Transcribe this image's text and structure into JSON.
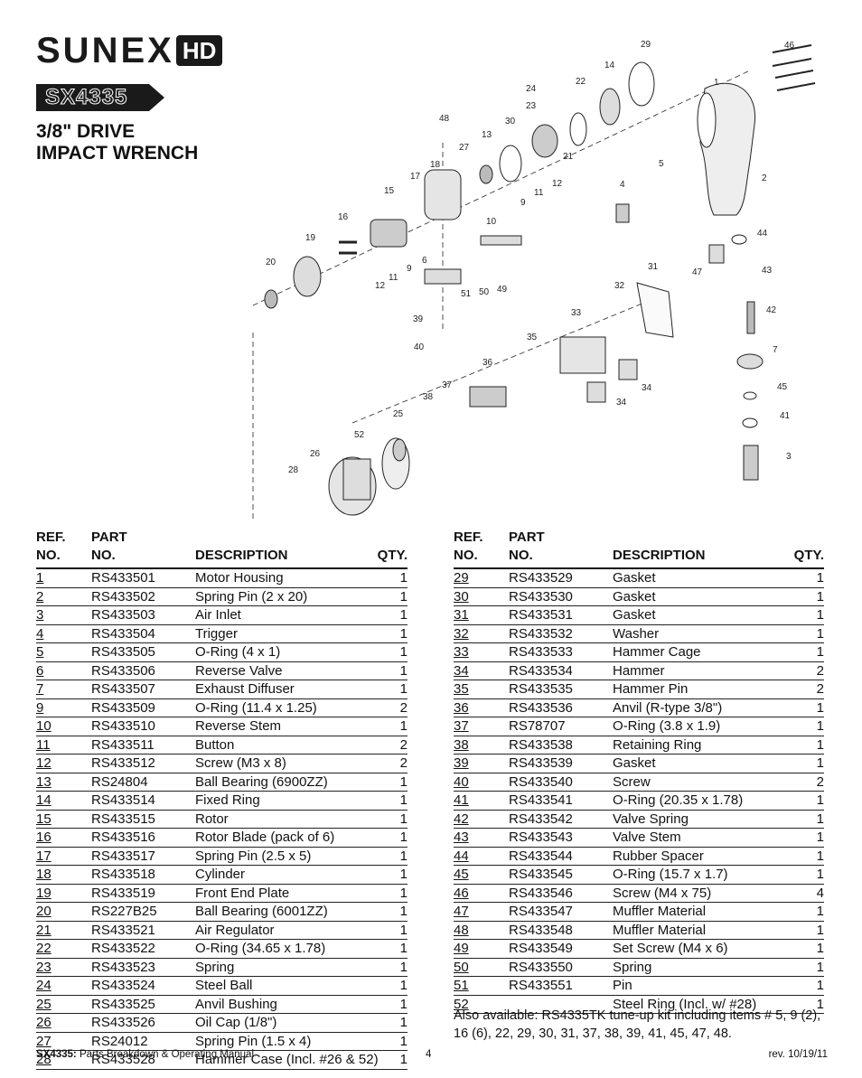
{
  "brand": {
    "name": "SUNEX",
    "sub": "HD"
  },
  "model": "SX4335",
  "title_line1": "3/8\" DRIVE",
  "title_line2": "IMPACT WRENCH",
  "headers": {
    "ref1": "REF.",
    "ref2": "NO.",
    "part1": "PART",
    "part2": "NO.",
    "desc": "DESCRIPTION",
    "qty": "QTY."
  },
  "parts_left": [
    {
      "ref": "1",
      "part": "RS433501",
      "desc": "Motor Housing",
      "qty": "1"
    },
    {
      "ref": "2",
      "part": "RS433502",
      "desc": "Spring Pin (2 x 20)",
      "qty": "1"
    },
    {
      "ref": "3",
      "part": "RS433503",
      "desc": "Air Inlet",
      "qty": "1"
    },
    {
      "ref": "4",
      "part": "RS433504",
      "desc": "Trigger",
      "qty": "1"
    },
    {
      "ref": "5",
      "part": "RS433505",
      "desc": "O-Ring (4 x 1)",
      "qty": "1"
    },
    {
      "ref": "6",
      "part": "RS433506",
      "desc": "Reverse Valve",
      "qty": "1"
    },
    {
      "ref": "7",
      "part": "RS433507",
      "desc": "Exhaust Diffuser",
      "qty": "1"
    },
    {
      "ref": "9",
      "part": "RS433509",
      "desc": "O-Ring (11.4 x 1.25)",
      "qty": "2"
    },
    {
      "ref": "10",
      "part": "RS433510",
      "desc": "Reverse Stem",
      "qty": "1"
    },
    {
      "ref": "11",
      "part": "RS433511",
      "desc": "Button",
      "qty": "2"
    },
    {
      "ref": "12",
      "part": "RS433512",
      "desc": "Screw (M3 x 8)",
      "qty": "2"
    },
    {
      "ref": "13",
      "part": "RS24804",
      "desc": "Ball Bearing (6900ZZ)",
      "qty": "1"
    },
    {
      "ref": "14",
      "part": "RS433514",
      "desc": "Fixed Ring",
      "qty": "1"
    },
    {
      "ref": "15",
      "part": "RS433515",
      "desc": "Rotor",
      "qty": "1"
    },
    {
      "ref": "16",
      "part": "RS433516",
      "desc": "Rotor Blade (pack of 6)",
      "qty": "1"
    },
    {
      "ref": "17",
      "part": "RS433517",
      "desc": "Spring Pin (2.5 x 5)",
      "qty": "1"
    },
    {
      "ref": "18",
      "part": "RS433518",
      "desc": "Cylinder",
      "qty": "1"
    },
    {
      "ref": "19",
      "part": "RS433519",
      "desc": "Front End Plate",
      "qty": "1"
    },
    {
      "ref": "20",
      "part": "RS227B25",
      "desc": "Ball Bearing (6001ZZ)",
      "qty": "1"
    },
    {
      "ref": "21",
      "part": "RS433521",
      "desc": "Air Regulator",
      "qty": "1"
    },
    {
      "ref": "22",
      "part": "RS433522",
      "desc": "O-Ring (34.65 x 1.78)",
      "qty": "1"
    },
    {
      "ref": "23",
      "part": "RS433523",
      "desc": "Spring",
      "qty": "1"
    },
    {
      "ref": "24",
      "part": "RS433524",
      "desc": "Steel Ball",
      "qty": "1"
    },
    {
      "ref": "25",
      "part": "RS433525",
      "desc": "Anvil Bushing",
      "qty": "1"
    },
    {
      "ref": "26",
      "part": "RS433526",
      "desc": "Oil Cap (1/8\")",
      "qty": "1"
    },
    {
      "ref": "27",
      "part": "RS24012",
      "desc": "Spring Pin (1.5 x 4)",
      "qty": "1"
    },
    {
      "ref": "28",
      "part": "RS433528",
      "desc": "Hammer Case (Incl. #26 & 52)",
      "qty": "1"
    }
  ],
  "parts_right": [
    {
      "ref": "29",
      "part": "RS433529",
      "desc": "Gasket",
      "qty": "1"
    },
    {
      "ref": "30",
      "part": "RS433530",
      "desc": "Gasket",
      "qty": "1"
    },
    {
      "ref": "31",
      "part": "RS433531",
      "desc": "Gasket",
      "qty": "1"
    },
    {
      "ref": "32",
      "part": "RS433532",
      "desc": "Washer",
      "qty": "1"
    },
    {
      "ref": "33",
      "part": "RS433533",
      "desc": "Hammer Cage",
      "qty": "1"
    },
    {
      "ref": "34",
      "part": "RS433534",
      "desc": "Hammer",
      "qty": "2"
    },
    {
      "ref": "35",
      "part": "RS433535",
      "desc": "Hammer Pin",
      "qty": "2"
    },
    {
      "ref": "36",
      "part": "RS433536",
      "desc": "Anvil (R-type 3/8\")",
      "qty": "1"
    },
    {
      "ref": "37",
      "part": "RS78707",
      "desc": "O-Ring (3.8 x 1.9)",
      "qty": "1"
    },
    {
      "ref": "38",
      "part": "RS433538",
      "desc": "Retaining Ring",
      "qty": "1"
    },
    {
      "ref": "39",
      "part": "RS433539",
      "desc": "Gasket",
      "qty": "1"
    },
    {
      "ref": "40",
      "part": "RS433540",
      "desc": "Screw",
      "qty": "2"
    },
    {
      "ref": "41",
      "part": "RS433541",
      "desc": "O-Ring (20.35 x 1.78)",
      "qty": "1"
    },
    {
      "ref": "42",
      "part": "RS433542",
      "desc": "Valve Spring",
      "qty": "1"
    },
    {
      "ref": "43",
      "part": "RS433543",
      "desc": "Valve Stem",
      "qty": "1"
    },
    {
      "ref": "44",
      "part": "RS433544",
      "desc": "Rubber Spacer",
      "qty": "1"
    },
    {
      "ref": "45",
      "part": "RS433545",
      "desc": "O-Ring (15.7 x 1.7)",
      "qty": "1"
    },
    {
      "ref": "46",
      "part": "RS433546",
      "desc": "Screw (M4 x 75)",
      "qty": "4"
    },
    {
      "ref": "47",
      "part": "RS433547",
      "desc": "Muffler Material",
      "qty": "1"
    },
    {
      "ref": "48",
      "part": "RS433548",
      "desc": "Muffler Material",
      "qty": "1"
    },
    {
      "ref": "49",
      "part": "RS433549",
      "desc": "Set Screw (M4 x 6)",
      "qty": "1"
    },
    {
      "ref": "50",
      "part": "RS433550",
      "desc": "Spring",
      "qty": "1"
    },
    {
      "ref": "51",
      "part": "RS433551",
      "desc": "Pin",
      "qty": "1"
    },
    {
      "ref": "52",
      "part": "",
      "desc": "Steel Ring (Incl. w/ #28)",
      "qty": "1"
    }
  ],
  "also_available": "Also available: RS4335TK tune-up kit including items # 5, 9 (2), 16 (6), 22, 29, 30, 31, 37, 38, 39, 41, 45, 47, 48.",
  "diagram_labels": [
    "1",
    "2",
    "3",
    "4",
    "5",
    "6",
    "7",
    "9",
    "10",
    "11",
    "12",
    "13",
    "14",
    "15",
    "16",
    "17",
    "18",
    "19",
    "20",
    "21",
    "22",
    "23",
    "24",
    "25",
    "26",
    "27",
    "28",
    "29",
    "30",
    "31",
    "32",
    "33",
    "34",
    "35",
    "36",
    "37",
    "38",
    "39",
    "40",
    "41",
    "42",
    "43",
    "44",
    "45",
    "46",
    "47",
    "48",
    "49",
    "50",
    "51",
    "52"
  ],
  "footer": {
    "left_bold": "SX4335:",
    "left_text": " Parts Breakdown & Operating Manual",
    "page": "4",
    "rev": "rev. 10/19/11"
  }
}
